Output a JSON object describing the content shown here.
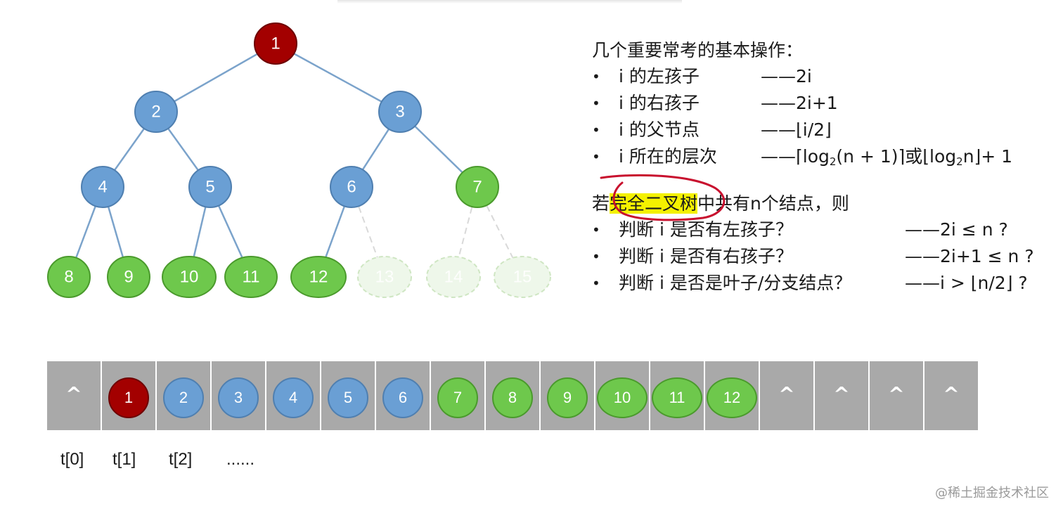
{
  "tree": {
    "nodes": [
      {
        "label": "1",
        "kind": "root"
      },
      {
        "label": "2",
        "kind": "branch"
      },
      {
        "label": "3",
        "kind": "branch"
      },
      {
        "label": "4",
        "kind": "branch"
      },
      {
        "label": "5",
        "kind": "branch"
      },
      {
        "label": "6",
        "kind": "branch"
      },
      {
        "label": "7",
        "kind": "leaf"
      },
      {
        "label": "8",
        "kind": "leaf"
      },
      {
        "label": "9",
        "kind": "leaf"
      },
      {
        "label": "10",
        "kind": "leaf"
      },
      {
        "label": "11",
        "kind": "leaf"
      },
      {
        "label": "12",
        "kind": "leaf"
      },
      {
        "label": "13",
        "kind": "ghost"
      },
      {
        "label": "14",
        "kind": "ghost"
      },
      {
        "label": "15",
        "kind": "ghost"
      }
    ]
  },
  "colors": {
    "root_fill": "#a30000",
    "root_stroke": "#6e0000",
    "branch_fill": "#6a9fd4",
    "branch_stroke": "#4f7fb0",
    "leaf_fill": "#6ec84c",
    "leaf_stroke": "#4a9a2c",
    "ghost_fill": "#eef7ea",
    "ghost_stroke": "#cfe6c3",
    "edge": "#7ba3cb",
    "cell": "#a9a9a9",
    "highlight": "#f4f100",
    "ink": "#c8102e"
  },
  "ops": {
    "heading": "几个重要常考的基本操作：",
    "items": [
      {
        "bullet": "•",
        "label": "i 的左孩子",
        "formula": "——2i"
      },
      {
        "bullet": "•",
        "label": "i 的右孩子",
        "formula": "——2i+1"
      },
      {
        "bullet": "•",
        "label": "i 的父节点",
        "formula": "——⌊i/2⌋"
      },
      {
        "bullet": "•",
        "label": "i 所在的层次",
        "formula_a": "——⌈log",
        "formula_sub1": "2",
        "formula_b": "(n + 1)⌉或⌊log",
        "formula_sub2": "2",
        "formula_c": "n⌋+ 1"
      }
    ]
  },
  "cond": {
    "heading_pre": "若",
    "heading_hl": "完全二叉树",
    "heading_post": "中共有n个结点，则",
    "items": [
      {
        "bullet": "•",
        "label": "判断 i 是否有左孩子？",
        "formula": "——2i ≤ n ?"
      },
      {
        "bullet": "•",
        "label": "判断 i 是否有右孩子？",
        "formula": "——2i+1 ≤ n ?"
      },
      {
        "bullet": "•",
        "label": "判断 i 是否是叶子/分支结点？",
        "formula": "——i > ⌊n/2⌋ ?"
      }
    ]
  },
  "array": {
    "cells": [
      {
        "type": "null",
        "text": "^"
      },
      {
        "type": "root",
        "text": "1"
      },
      {
        "type": "branch",
        "text": "2"
      },
      {
        "type": "branch",
        "text": "3"
      },
      {
        "type": "branch",
        "text": "4"
      },
      {
        "type": "branch",
        "text": "5"
      },
      {
        "type": "branch",
        "text": "6"
      },
      {
        "type": "leaf",
        "text": "7"
      },
      {
        "type": "leaf",
        "text": "8"
      },
      {
        "type": "leaf",
        "text": "9"
      },
      {
        "type": "leaf",
        "text": "10"
      },
      {
        "type": "leaf",
        "text": "11"
      },
      {
        "type": "leaf",
        "text": "12"
      },
      {
        "type": "null",
        "text": "^"
      },
      {
        "type": "null",
        "text": "^"
      },
      {
        "type": "null",
        "text": "^"
      },
      {
        "type": "null",
        "text": "^"
      }
    ],
    "index_labels": [
      "t[0]",
      "t[1]",
      "t[2]",
      "......"
    ]
  },
  "watermark": "@稀土掘金技术社区"
}
